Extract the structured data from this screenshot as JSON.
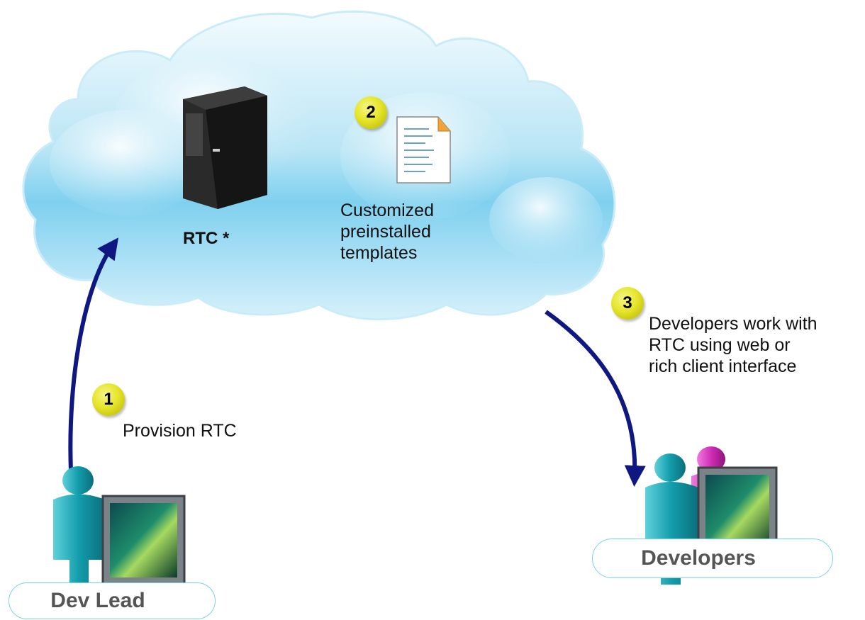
{
  "cloud": {
    "server_label": "RTC *",
    "templates_label_lines": [
      "Customized",
      "preinstalled",
      "templates"
    ]
  },
  "steps": [
    {
      "number": "1",
      "text_lines": [
        "Provision RTC"
      ]
    },
    {
      "number": "2",
      "text_lines": []
    },
    {
      "number": "3",
      "text_lines": [
        "Developers work with",
        "RTC using web or",
        "rich client interface"
      ]
    }
  ],
  "actors": {
    "dev_lead": "Dev Lead",
    "developers": "Developers"
  },
  "colors": {
    "arrow": "#0f1780",
    "badge": "#e6e52a",
    "cloud_top": "#e9f7fc",
    "cloud_mid": "#8fd2ef",
    "person_teal": "#1aa7b5",
    "person_magenta": "#d233b8"
  },
  "icons": [
    "cloud-icon",
    "server-tower-icon",
    "document-icon",
    "person-icon",
    "monitor-icon"
  ]
}
